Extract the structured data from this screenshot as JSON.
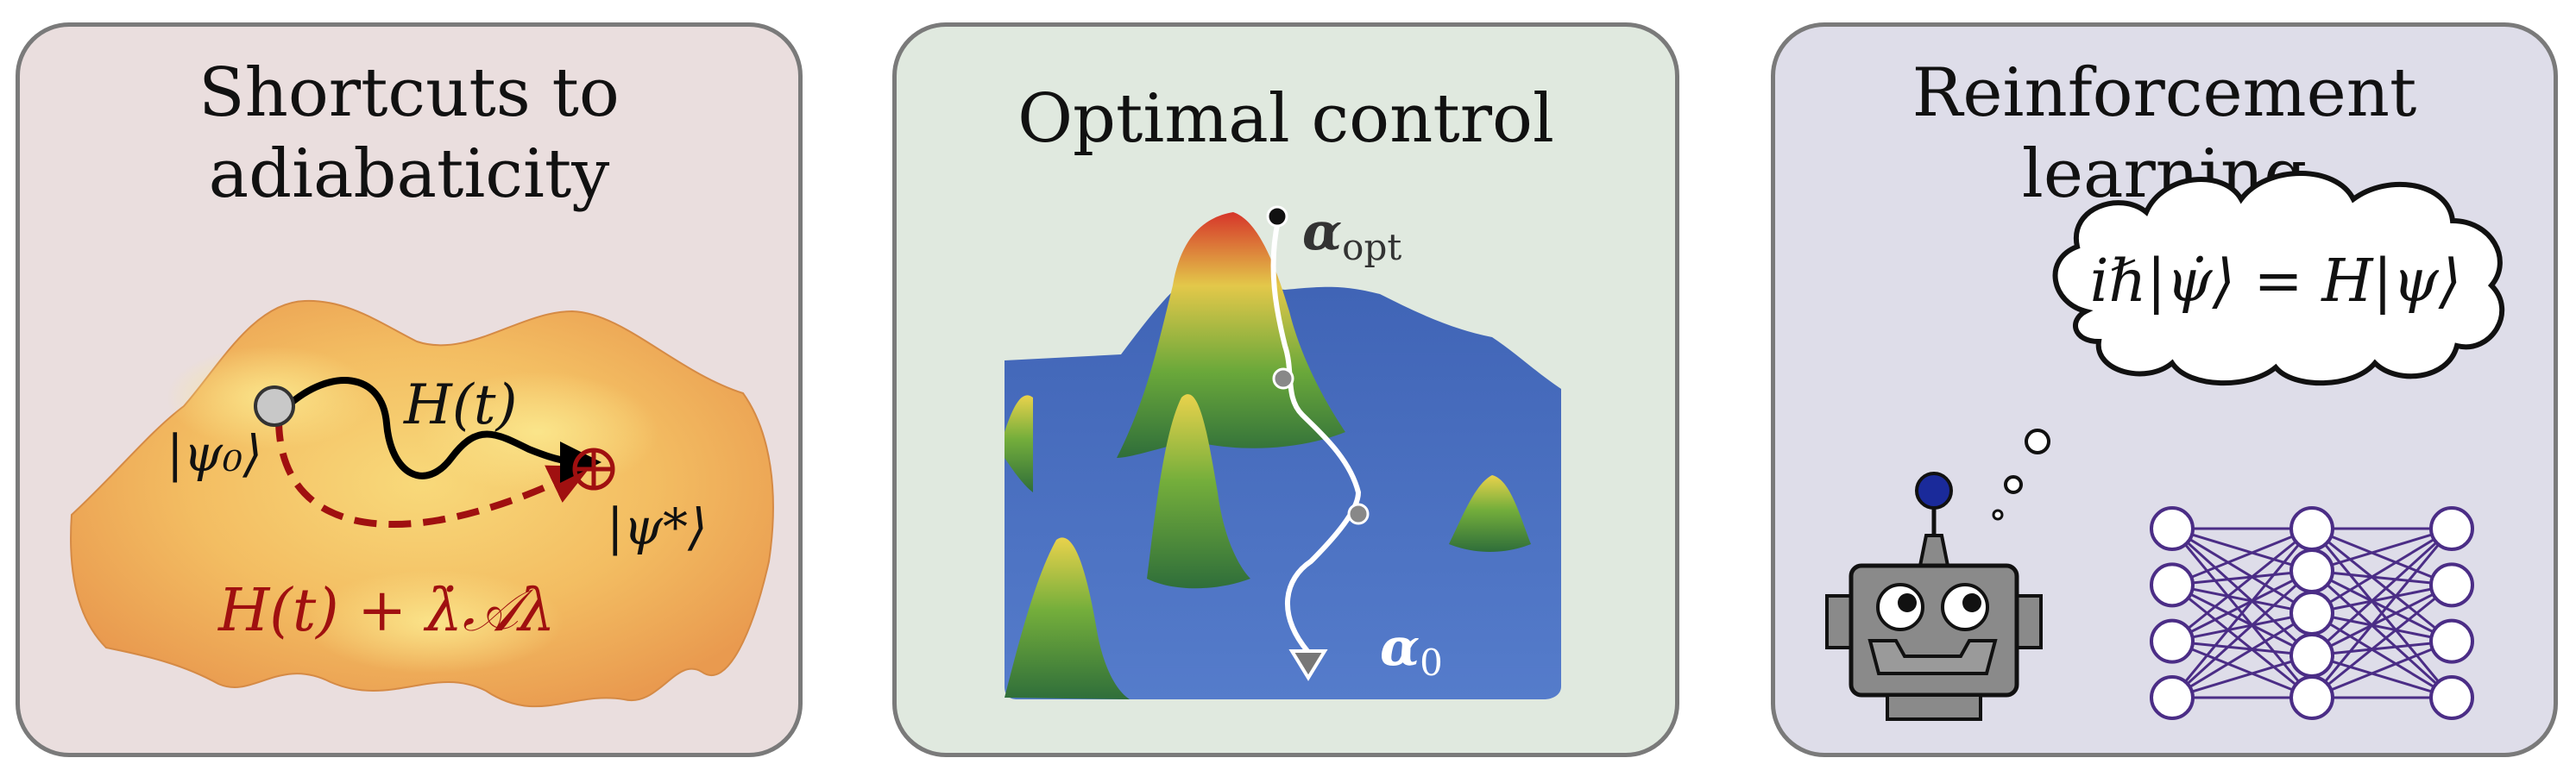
{
  "panels": [
    {
      "title_lines": [
        "Shortcuts to",
        "adiabaticity"
      ],
      "labels": {
        "initial_state": "|ψ₀⟩",
        "target_state": "|ψ*⟩",
        "hamiltonian": "H(t)",
        "cd_hamiltonian": "H(t) + λ̇𝒜λ"
      },
      "colors": {
        "background": "#eadede",
        "landscape": "#f2b35a",
        "path_direct": "#000000",
        "path_cd": "#a01010"
      }
    },
    {
      "title_lines": [
        "Optimal control"
      ],
      "labels": {
        "optimum": "αopt",
        "start": "α0"
      },
      "colors": {
        "background": "#e0e9df",
        "sea": "#4a6fc0",
        "peak": "#d93a2a"
      }
    },
    {
      "title_lines": [
        "Reinforcement",
        "learning"
      ],
      "labels": {
        "thought": "iℏ|ψ̇⟩ = H|ψ⟩"
      },
      "network_layers": [
        4,
        5,
        4
      ],
      "colors": {
        "background": "#dedde9",
        "robot": "#8a8a8a",
        "antenna_ball": "#1a2a9a",
        "network": "#4b2d86"
      }
    }
  ]
}
